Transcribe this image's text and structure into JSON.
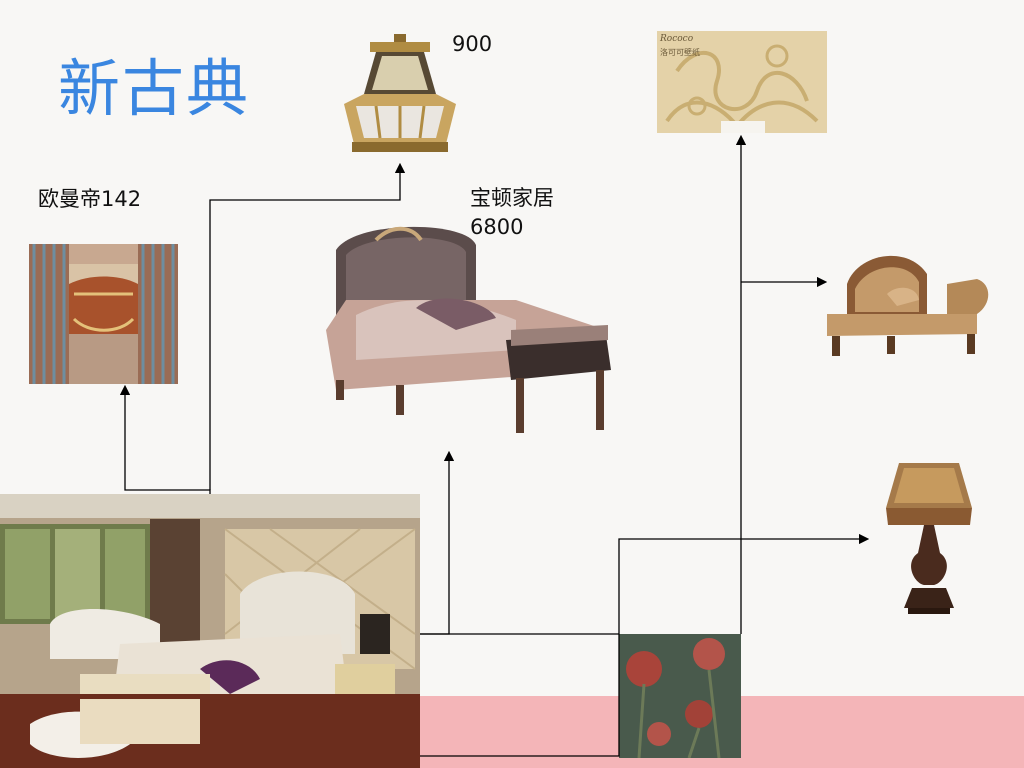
{
  "title": "新古典",
  "labels": {
    "chandelier_price": "900",
    "curtain_brand_price": "欧曼帝142",
    "bed_brand": "宝顿家居",
    "bed_price": "6800"
  },
  "wallpaper_text": {
    "brand": "Rococo",
    "name": "洛可可壁纸"
  },
  "colors": {
    "title": "#3a86e0",
    "pink_band": "#f4b5b8",
    "background": "#f8f7f5"
  }
}
